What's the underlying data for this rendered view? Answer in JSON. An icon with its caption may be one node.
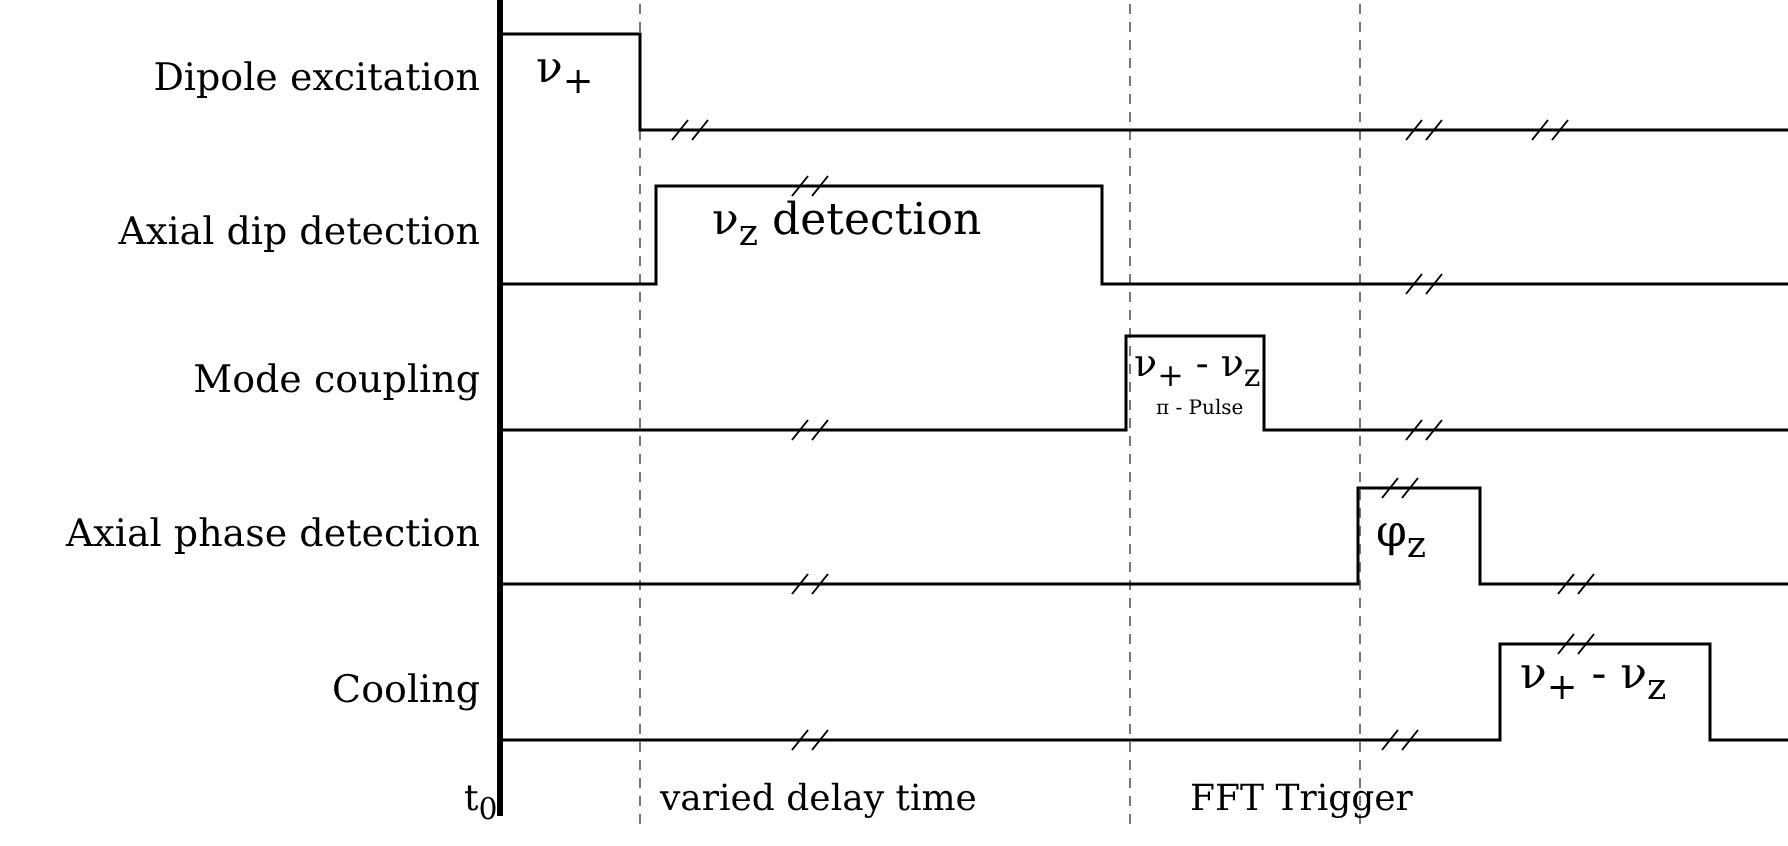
{
  "diagram": {
    "labels": [
      "Dipole excitation",
      "ν$_{+}$",
      "Axial dip detection",
      "ν$_{z}$ detection",
      "Mode coupling",
      "ν$_{+}$ - ν$_{z}$",
      "π - Pulse",
      "Axial phase detection",
      "φ$_{z}$",
      "Cooling",
      "ν$_{+}$ - ν$_{z}$",
      "t$_{0}$",
      "varied delay time",
      "FFT Trigger"
    ]
  }
}
